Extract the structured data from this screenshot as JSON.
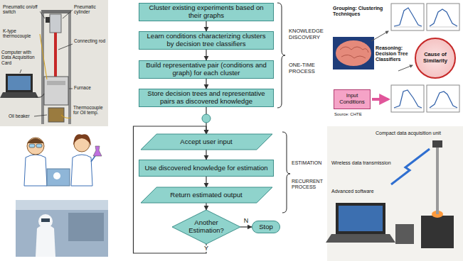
{
  "diagram": {
    "nodes": [
      {
        "text": [
          "Cluster existing experiments based on their graphs"
        ]
      },
      {
        "text": [
          "Learn conditions characterizing clusters by decision tree classifiers"
        ]
      },
      {
        "text": [
          "Build representative pair (conditions and graph) for each cluster"
        ]
      },
      {
        "text": [
          "Store decision trees and representative pairs as discovered knowledge"
        ]
      },
      {
        "text": [
          "Accept user input"
        ]
      },
      {
        "text": [
          "Use discovered knowledge for estimation"
        ]
      },
      {
        "text": [
          "Return estimated output"
        ]
      },
      {
        "text": [
          "Another Estimation?"
        ]
      },
      {
        "text": [
          "Stop"
        ]
      },
      {
        "text": [
          "Cause of Similarity"
        ]
      },
      {
        "text": [
          "Input Conditions"
        ]
      }
    ],
    "edges": [
      {
        "from": 0,
        "to": 1,
        "arrow": "to"
      },
      {
        "from": 1,
        "to": 2,
        "arrow": "to"
      },
      {
        "from": 2,
        "to": 3,
        "arrow": "to"
      },
      {
        "from": 3,
        "to": 4,
        "arrow": "to"
      },
      {
        "from": 4,
        "to": 5,
        "arrow": "to"
      },
      {
        "from": 5,
        "to": 6,
        "arrow": "to"
      },
      {
        "from": 6,
        "to": 7,
        "arrow": "to"
      },
      {
        "from": 7,
        "to": 8,
        "label": "N",
        "arrow": "to"
      },
      {
        "from": 7,
        "to": 4,
        "label": "Y",
        "arrow": "to"
      }
    ],
    "labels": [
      "Pneumatic on/off switch",
      "Pneumatic cylinder",
      "K-type thermocouple",
      "Connecting rod",
      "Computer with Data Acquisition Card",
      "Furnace",
      "Oil beaker",
      "Thermocouple for Oil temp.",
      "KNOWLEDGE DISCOVERY",
      "ONE-TIME PROCESS",
      "Grouping: Clustering Techniques",
      "Reasoning: Decision Tree Classifiers",
      "Source: CHTE",
      "ESTIMATION",
      "RECURRENT PROCESS",
      "Compact data acquisition unit",
      "Wireless data transmission",
      "Advanced software"
    ]
  }
}
